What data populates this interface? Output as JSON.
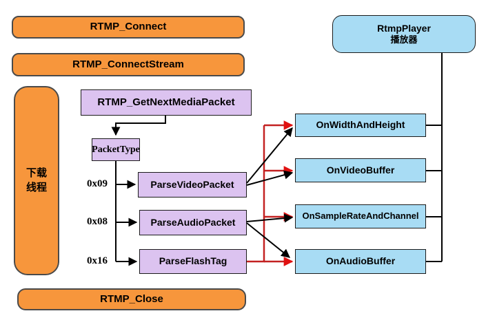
{
  "diagram_title": "RTMP download thread / RtmpPlayer callback flow",
  "colors": {
    "api_box_fill": "#F7963C",
    "parser_box_fill": "#DCC3F0",
    "callback_box_fill": "#A8DCF4",
    "red_connector": "#C32121",
    "red_arrowhead": "#E01111",
    "black_connector": "#000000",
    "background": "#FFFFFF"
  },
  "flow": {
    "rtmp_connect": "RTMP_Connect",
    "rtmp_connect_stream": "RTMP_ConnectStream",
    "download_thread_line1": "下载",
    "download_thread_line2": "线程",
    "rtmp_close": "RTMP_Close",
    "get_next_media_packet": "RTMP_GetNextMediaPacket",
    "packet_type": "PacketType",
    "branch_labels": {
      "video": "0x09",
      "audio": "0x08",
      "flash": "0x16"
    },
    "parse_video_packet": "ParseVideoPacket",
    "parse_audio_packet": "ParseAudioPacket",
    "parse_flash_tag": "ParseFlashTag",
    "rtmp_player_line1": "RtmpPlayer",
    "rtmp_player_line2": "播放器",
    "on_width_and_height": "OnWidthAndHeight",
    "on_video_buffer": "OnVideoBuffer",
    "on_sample_rate_and_channel": "OnSampleRateAndChannel",
    "on_audio_buffer": "OnAudioBuffer"
  }
}
